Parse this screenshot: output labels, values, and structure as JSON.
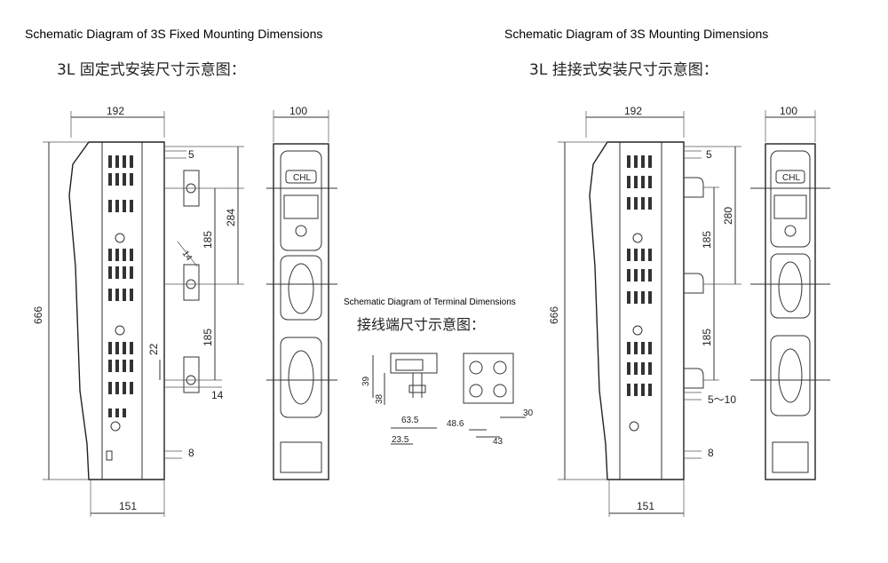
{
  "captions": {
    "fixed_en": "Schematic Diagram of 3S Fixed Mounting Dimensions",
    "fixed_cn": "3L 固定式安装尺寸示意图：",
    "hang_en": "Schematic Diagram of 3S Mounting Dimensions",
    "hang_cn": "3L 挂接式安装尺寸示意图：",
    "terminal_en": "Schematic Diagram of Terminal Dimensions",
    "terminal_cn": "接线端尺寸示意图："
  },
  "fixed_dims": {
    "width_top": "192",
    "width_front": "100",
    "height": "666",
    "d5": "5",
    "d284": "284",
    "d185a": "185",
    "d185b": "185",
    "hole": "14",
    "d22": "22",
    "d14": "14",
    "d8": "8",
    "d151": "151"
  },
  "hang_dims": {
    "width_top": "192",
    "width_front": "100",
    "height": "666",
    "d5": "5",
    "d280": "280",
    "d185a": "185",
    "d185b": "185",
    "range": "5～10",
    "d8": "8",
    "d151": "151"
  },
  "terminal_dims": {
    "d39": "39",
    "d38": "38",
    "d63_5": "63.5",
    "d23_5": "23.5",
    "d48_6": "48.6",
    "d43": "43",
    "d30": "30"
  },
  "labels": {
    "brand_left": "CHL",
    "brand_right": "CHL"
  }
}
